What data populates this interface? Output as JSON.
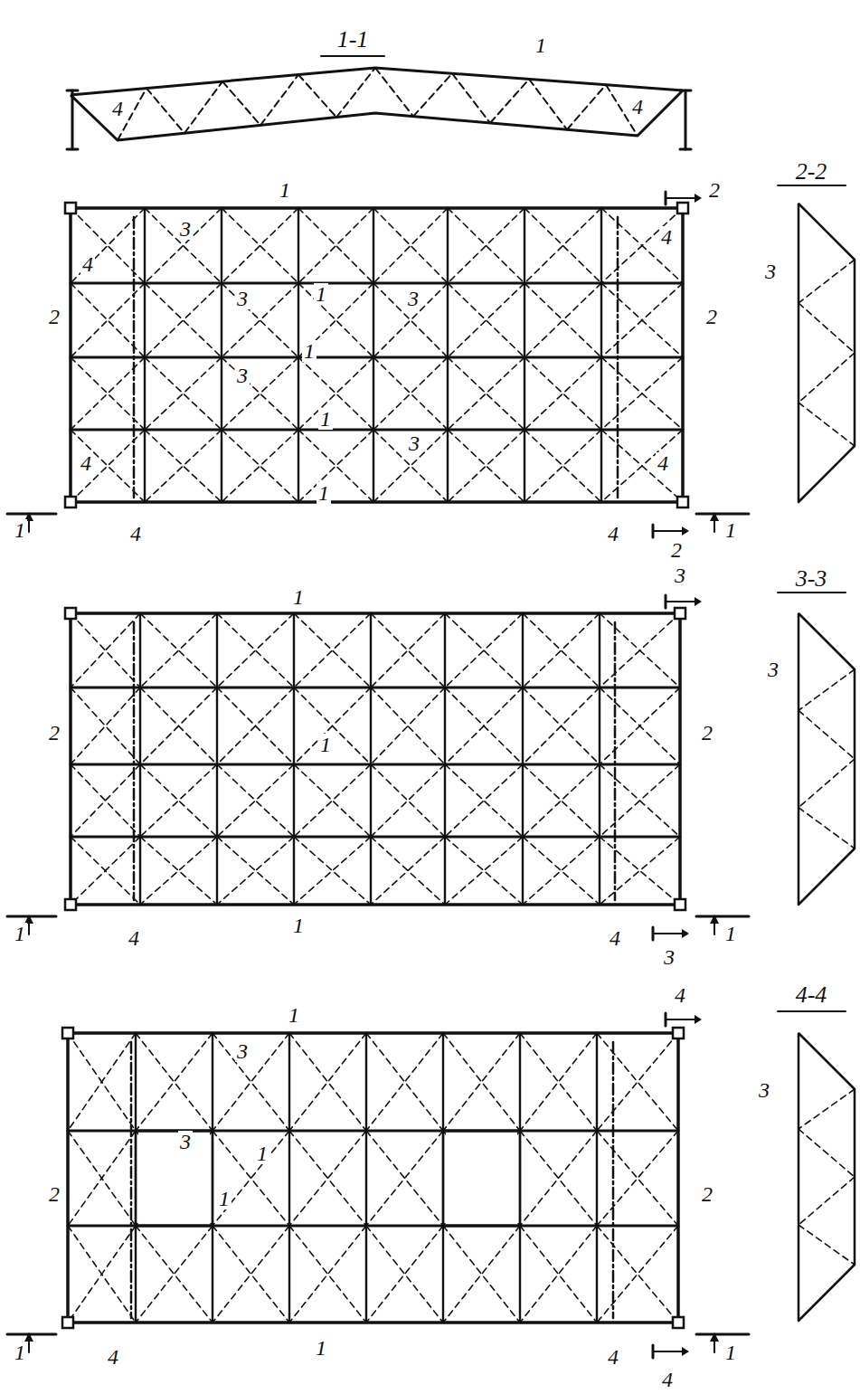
{
  "diagram": {
    "labels": [
      "1-1",
      "1",
      "4",
      "4",
      "1",
      "2",
      "3",
      "4",
      "4",
      "3",
      "1",
      "3",
      "2",
      "2",
      "3",
      "1",
      "1",
      "3",
      "4",
      "4",
      "1",
      "1",
      "4",
      "4",
      "1",
      "2",
      "2-2",
      "3",
      "1",
      "3",
      "3-3",
      "3",
      "2",
      "2",
      "1",
      "1",
      "4",
      "1",
      "4",
      "1",
      "3",
      "4",
      "4-4",
      "1",
      "3",
      "3",
      "3",
      "1",
      "1",
      "2",
      "2",
      "1",
      "4",
      "1",
      "4",
      "1",
      "4"
    ]
  }
}
